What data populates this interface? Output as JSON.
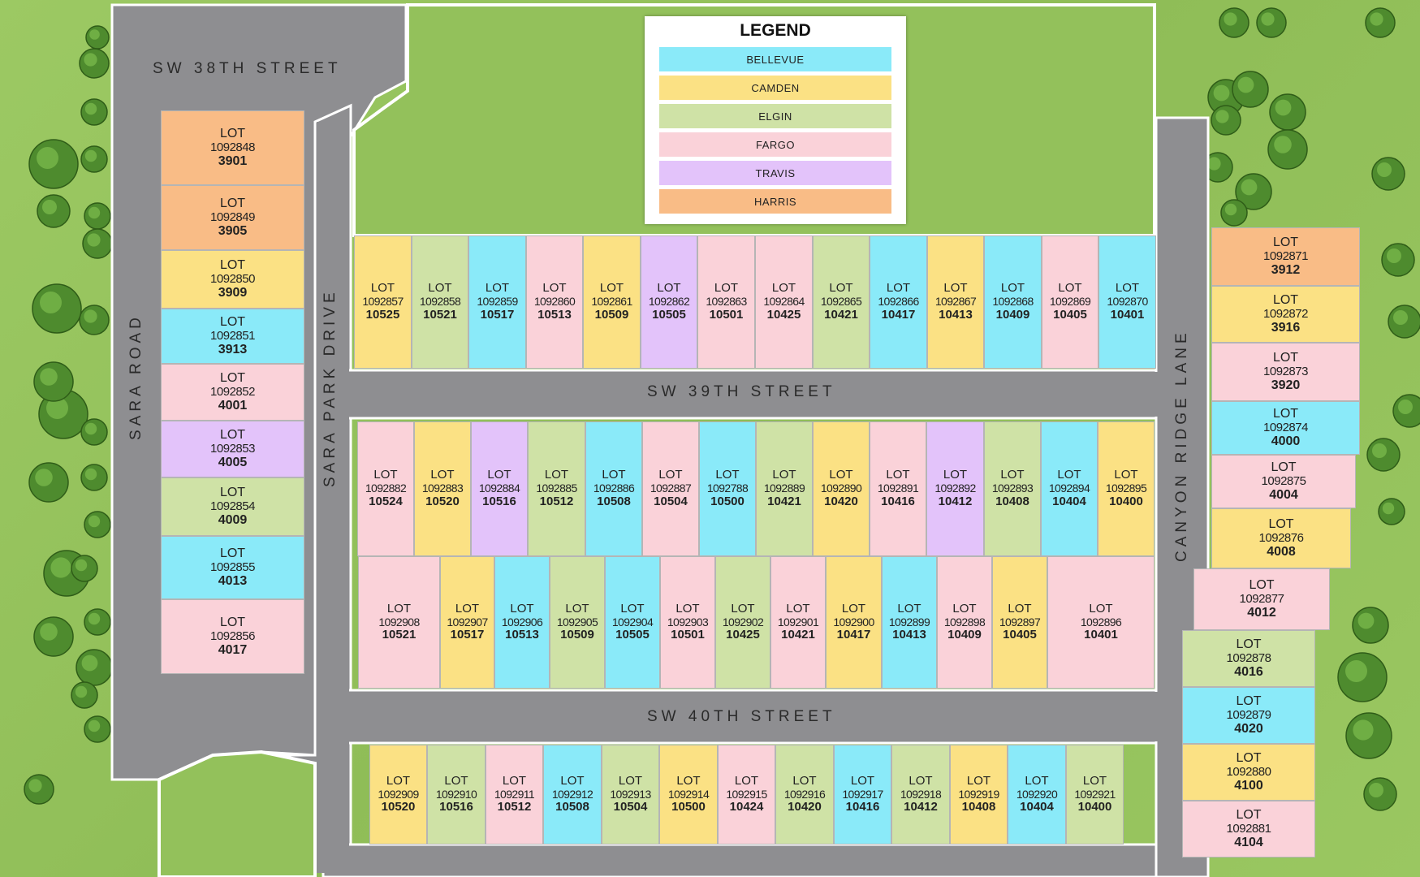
{
  "colors": {
    "BELLEVUE": "#8aeaf9",
    "CAMDEN": "#fbe184",
    "ELGIN": "#cfe2a6",
    "FARGO": "#fad2d9",
    "TRAVIS": "#e3c3fa",
    "HARRIS": "#f9bc86",
    "road": "#8e8e91",
    "grass": "#93c15b",
    "tree": "#4e8b2e"
  },
  "legend": {
    "title": "LEGEND",
    "items": [
      "BELLEVUE",
      "CAMDEN",
      "ELGIN",
      "FARGO",
      "TRAVIS",
      "HARRIS"
    ]
  },
  "lot_word": "LOT",
  "streets": {
    "sw38": "SW 38TH STREET",
    "sw39": "SW 39TH STREET",
    "sw40": "SW 40TH STREET",
    "sara_road": "SARA ROAD",
    "sara_park": "SARA PARK DRIVE",
    "canyon": "CANYON RIDGE LANE"
  },
  "lots": {
    "west": [
      {
        "id": "1092848",
        "addr": "3901",
        "plan": "HARRIS"
      },
      {
        "id": "1092849",
        "addr": "3905",
        "plan": "HARRIS"
      },
      {
        "id": "1092850",
        "addr": "3909",
        "plan": "CAMDEN"
      },
      {
        "id": "1092851",
        "addr": "3913",
        "plan": "BELLEVUE"
      },
      {
        "id": "1092852",
        "addr": "4001",
        "plan": "FARGO"
      },
      {
        "id": "1092853",
        "addr": "4005",
        "plan": "TRAVIS"
      },
      {
        "id": "1092854",
        "addr": "4009",
        "plan": "ELGIN"
      },
      {
        "id": "1092855",
        "addr": "4013",
        "plan": "BELLEVUE"
      },
      {
        "id": "1092856",
        "addr": "4017",
        "plan": "FARGO"
      }
    ],
    "north": [
      {
        "id": "1092857",
        "addr": "10525",
        "plan": "CAMDEN"
      },
      {
        "id": "1092858",
        "addr": "10521",
        "plan": "ELGIN"
      },
      {
        "id": "1092859",
        "addr": "10517",
        "plan": "BELLEVUE"
      },
      {
        "id": "1092860",
        "addr": "10513",
        "plan": "FARGO"
      },
      {
        "id": "1092861",
        "addr": "10509",
        "plan": "CAMDEN"
      },
      {
        "id": "1092862",
        "addr": "10505",
        "plan": "TRAVIS"
      },
      {
        "id": "1092863",
        "addr": "10501",
        "plan": "FARGO"
      },
      {
        "id": "1092864",
        "addr": "10425",
        "plan": "FARGO"
      },
      {
        "id": "1092865",
        "addr": "10421",
        "plan": "ELGIN"
      },
      {
        "id": "1092866",
        "addr": "10417",
        "plan": "BELLEVUE"
      },
      {
        "id": "1092867",
        "addr": "10413",
        "plan": "CAMDEN"
      },
      {
        "id": "1092868",
        "addr": "10409",
        "plan": "BELLEVUE"
      },
      {
        "id": "1092869",
        "addr": "10405",
        "plan": "FARGO"
      },
      {
        "id": "1092870",
        "addr": "10401",
        "plan": "BELLEVUE"
      }
    ],
    "mid_top": [
      {
        "id": "1092882",
        "addr": "10524",
        "plan": "FARGO"
      },
      {
        "id": "1092883",
        "addr": "10520",
        "plan": "CAMDEN"
      },
      {
        "id": "1092884",
        "addr": "10516",
        "plan": "TRAVIS"
      },
      {
        "id": "1092885",
        "addr": "10512",
        "plan": "ELGIN"
      },
      {
        "id": "1092886",
        "addr": "10508",
        "plan": "BELLEVUE"
      },
      {
        "id": "1092887",
        "addr": "10504",
        "plan": "FARGO"
      },
      {
        "id": "1092788",
        "addr": "10500",
        "plan": "BELLEVUE"
      },
      {
        "id": "1092889",
        "addr": "10421",
        "plan": "ELGIN"
      },
      {
        "id": "1092890",
        "addr": "10420",
        "plan": "CAMDEN"
      },
      {
        "id": "1092891",
        "addr": "10416",
        "plan": "FARGO"
      },
      {
        "id": "1092892",
        "addr": "10412",
        "plan": "TRAVIS"
      },
      {
        "id": "1092893",
        "addr": "10408",
        "plan": "ELGIN"
      },
      {
        "id": "1092894",
        "addr": "10404",
        "plan": "BELLEVUE"
      },
      {
        "id": "1092895",
        "addr": "10400",
        "plan": "CAMDEN"
      }
    ],
    "mid_bottom": [
      {
        "id": "1092908",
        "addr": "10521",
        "plan": "FARGO"
      },
      {
        "id": "1092907",
        "addr": "10517",
        "plan": "CAMDEN"
      },
      {
        "id": "1092906",
        "addr": "10513",
        "plan": "BELLEVUE"
      },
      {
        "id": "1092905",
        "addr": "10509",
        "plan": "ELGIN"
      },
      {
        "id": "1092904",
        "addr": "10505",
        "plan": "BELLEVUE"
      },
      {
        "id": "1092903",
        "addr": "10501",
        "plan": "FARGO"
      },
      {
        "id": "1092902",
        "addr": "10425",
        "plan": "ELGIN"
      },
      {
        "id": "1092901",
        "addr": "10421",
        "plan": "FARGO"
      },
      {
        "id": "1092900",
        "addr": "10417",
        "plan": "CAMDEN"
      },
      {
        "id": "1092899",
        "addr": "10413",
        "plan": "BELLEVUE"
      },
      {
        "id": "1092898",
        "addr": "10409",
        "plan": "FARGO"
      },
      {
        "id": "1092897",
        "addr": "10405",
        "plan": "CAMDEN"
      },
      {
        "id": "1092896",
        "addr": "10401",
        "plan": "FARGO"
      }
    ],
    "south": [
      {
        "id": "1092909",
        "addr": "10520",
        "plan": "CAMDEN"
      },
      {
        "id": "1092910",
        "addr": "10516",
        "plan": "ELGIN"
      },
      {
        "id": "1092911",
        "addr": "10512",
        "plan": "FARGO"
      },
      {
        "id": "1092912",
        "addr": "10508",
        "plan": "BELLEVUE"
      },
      {
        "id": "1092913",
        "addr": "10504",
        "plan": "ELGIN"
      },
      {
        "id": "1092914",
        "addr": "10500",
        "plan": "CAMDEN"
      },
      {
        "id": "1092915",
        "addr": "10424",
        "plan": "FARGO"
      },
      {
        "id": "1092916",
        "addr": "10420",
        "plan": "ELGIN"
      },
      {
        "id": "1092917",
        "addr": "10416",
        "plan": "BELLEVUE"
      },
      {
        "id": "1092918",
        "addr": "10412",
        "plan": "ELGIN"
      },
      {
        "id": "1092919",
        "addr": "10408",
        "plan": "CAMDEN"
      },
      {
        "id": "1092920",
        "addr": "10404",
        "plan": "BELLEVUE"
      },
      {
        "id": "1092921",
        "addr": "10400",
        "plan": "ELGIN"
      }
    ],
    "east": [
      {
        "id": "1092871",
        "addr": "3912",
        "plan": "HARRIS"
      },
      {
        "id": "1092872",
        "addr": "3916",
        "plan": "CAMDEN"
      },
      {
        "id": "1092873",
        "addr": "3920",
        "plan": "FARGO"
      },
      {
        "id": "1092874",
        "addr": "4000",
        "plan": "BELLEVUE"
      },
      {
        "id": "1092875",
        "addr": "4004",
        "plan": "FARGO"
      },
      {
        "id": "1092876",
        "addr": "4008",
        "plan": "CAMDEN"
      },
      {
        "id": "1092877",
        "addr": "4012",
        "plan": "FARGO"
      },
      {
        "id": "1092878",
        "addr": "4016",
        "plan": "ELGIN"
      },
      {
        "id": "1092879",
        "addr": "4020",
        "plan": "BELLEVUE"
      },
      {
        "id": "1092880",
        "addr": "4100",
        "plan": "CAMDEN"
      },
      {
        "id": "1092881",
        "addr": "4104",
        "plan": "FARGO"
      }
    ]
  }
}
